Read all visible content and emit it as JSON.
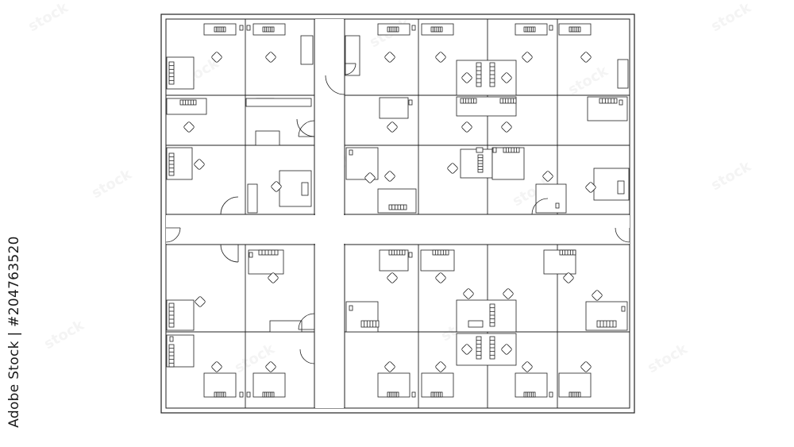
{
  "caption": "Adobe Stock | #204763520",
  "watermark_logo": "stock",
  "colors": {
    "line": "#222222",
    "background": "#ffffff",
    "corridor": "#ffffff"
  },
  "plan": {
    "corridors": [
      "vertical-corridor",
      "horizontal-corridor"
    ],
    "quadrants": [
      "top-left",
      "top-right",
      "bottom-left",
      "bottom-right"
    ],
    "furniture_types": [
      "desk",
      "office-chair",
      "filing-cabinet",
      "computer-monitor",
      "door-swing"
    ]
  }
}
